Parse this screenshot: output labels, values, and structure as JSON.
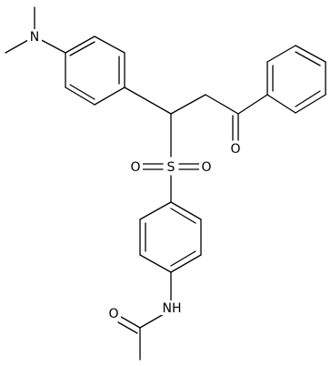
{
  "molecule": {
    "atoms": [
      {
        "id": "N_amine",
        "symbol": "N"
      },
      {
        "id": "S_sulfonyl",
        "symbol": "S"
      },
      {
        "id": "O_sulfonyl_left",
        "symbol": "O"
      },
      {
        "id": "O_sulfonyl_right",
        "symbol": "O"
      },
      {
        "id": "O_ketone",
        "symbol": "O"
      },
      {
        "id": "N_amide",
        "symbol": "NH"
      },
      {
        "id": "O_amide",
        "symbol": "O"
      }
    ]
  },
  "colors": {
    "bond": "#000000",
    "label": "#000000",
    "background": "#ffffff"
  }
}
